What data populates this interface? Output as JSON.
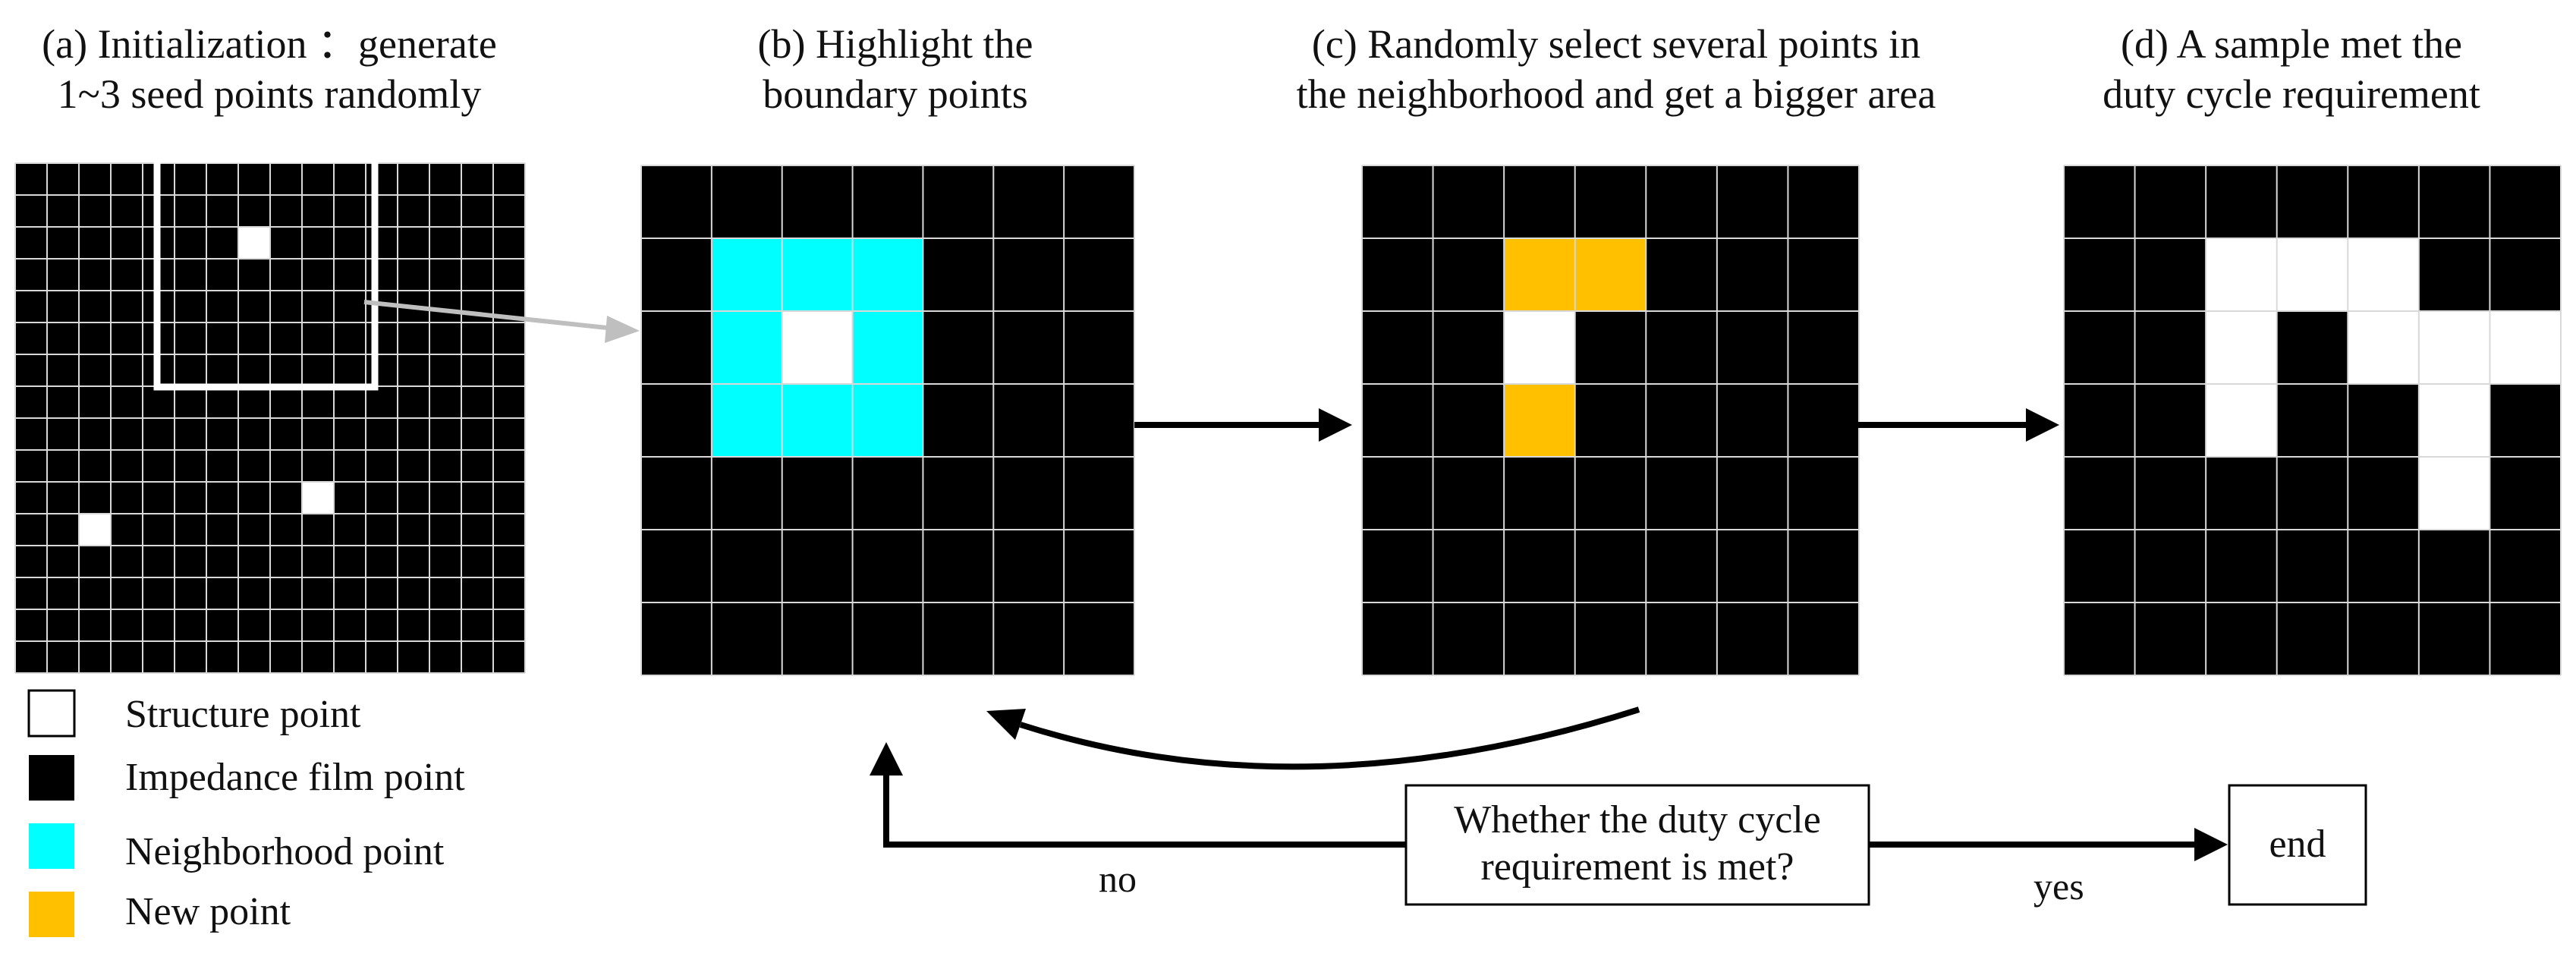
{
  "panels": {
    "a": {
      "title_line1": "(a) Initialization ：generate",
      "title_line2": "1~3 seed points randomly"
    },
    "b": {
      "title_line1": "(b) Highlight the",
      "title_line2": "boundary points"
    },
    "c": {
      "title_line1": "(c) Randomly select several points in",
      "title_line2": "the neighborhood and get a bigger area"
    },
    "d": {
      "title_line1": "(d) A sample met the",
      "title_line2": "duty cycle requirement"
    }
  },
  "legend": [
    {
      "label": "Structure point",
      "color": "#ffffff"
    },
    {
      "label": "Impedance film point",
      "color": "#000000"
    },
    {
      "label": "Neighborhood point",
      "color": "#00ffff"
    },
    {
      "label": "New point",
      "color": "#ffc000"
    }
  ],
  "decision": {
    "line1": "Whether the duty cycle",
    "line2": "requirement is met?"
  },
  "end_label": "end",
  "no_label": "no",
  "yes_label": "yes",
  "colors": {
    "film": "#000000",
    "structure": "#ffffff",
    "neighborhood": "#00ffff",
    "new": "#ffc000",
    "connector": "#bfbfbf"
  }
}
